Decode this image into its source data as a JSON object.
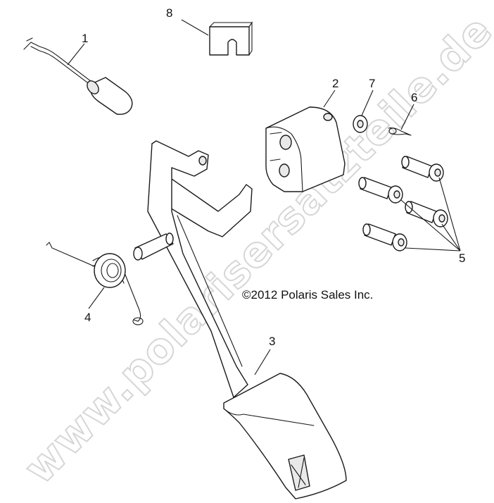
{
  "diagram": {
    "copyright": "©2012 Polaris Sales Inc.",
    "watermark": "www.polarisersatzteile.de",
    "callouts": {
      "c1": "1",
      "c2": "2",
      "c3": "3",
      "c4": "4",
      "c5": "5",
      "c6": "6",
      "c7": "7",
      "c8": "8"
    }
  }
}
